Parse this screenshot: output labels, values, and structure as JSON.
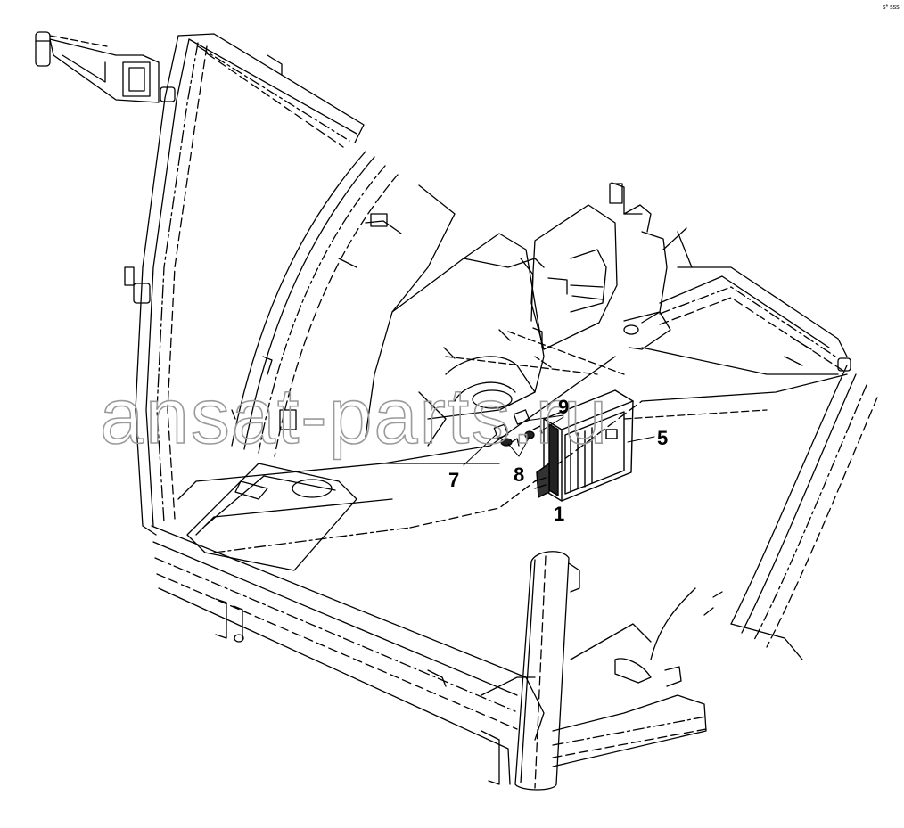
{
  "watermark": "ansat-parts.ru",
  "corner_mark": "s* sss",
  "callouts": [
    {
      "id": "1",
      "label": "1"
    },
    {
      "id": "5",
      "label": "5"
    },
    {
      "id": "7",
      "label": "7"
    },
    {
      "id": "8",
      "label": "8"
    },
    {
      "id": "9",
      "label": "9"
    }
  ]
}
